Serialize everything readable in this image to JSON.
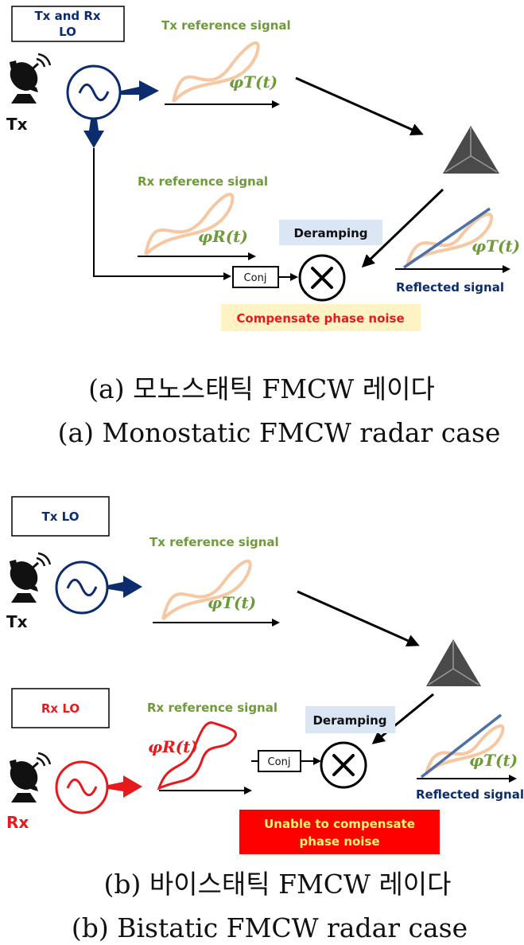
{
  "colors": {
    "navy": "#0d2c6e",
    "green": "#6f9a3a",
    "red": "#e8191d",
    "peach": "#f6c7a1",
    "reflect_line": "#4f6fa8",
    "deramp_bg": "#dbe6f4",
    "note_a_bg": "#fff3c6",
    "note_a_text": "#e8191d",
    "note_b_bg": "#ff0000",
    "note_b_text": "#fff36a",
    "triangle": "#4a4a4a"
  },
  "panel_a": {
    "lo_label_line1": "Tx and Rx",
    "lo_label_line2": "LO",
    "tx_label": "Tx",
    "tx_ref_title": "Tx reference signal",
    "tx_phase": "φT(t)",
    "rx_ref_title": "Rx reference signal",
    "rx_phase": "φR(t)",
    "deramping": "Deramping",
    "conj": "Conj",
    "reflected_phase": "φT(t)",
    "reflected_label": "Reflected signal",
    "note": "Compensate phase noise",
    "caption_ko": "(a) 모노스태틱 FMCW 레이다",
    "caption_en": "(a) Monostatic FMCW radar case"
  },
  "panel_b": {
    "tx_lo_label": "Tx LO",
    "tx_label": "Tx",
    "tx_ref_title": "Tx reference signal",
    "tx_phase": "φT(t)",
    "rx_lo_label": "Rx LO",
    "rx_label": "Rx",
    "rx_ref_title": "Rx reference signal",
    "rx_phase": "φR(t)",
    "deramping": "Deramping",
    "conj": "Conj",
    "reflected_phase": "φT(t)",
    "reflected_label": "Reflected signal",
    "note_line1": "Unable to compensate",
    "note_line2": "phase noise",
    "caption_ko": "(b) 바이스태틱 FMCW 레이다",
    "caption_en": "(b) Bistatic FMCW radar case"
  }
}
